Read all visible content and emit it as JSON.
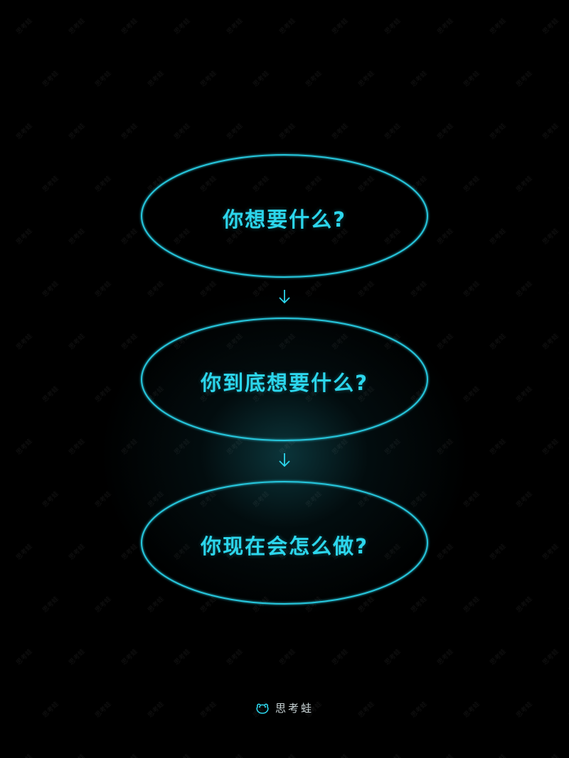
{
  "diagram": {
    "nodes": [
      {
        "id": "node1",
        "label": "你想要什么?"
      },
      {
        "id": "node2",
        "label": "你到底想要什么?"
      },
      {
        "id": "node3",
        "label": "你现在会怎么做?"
      }
    ],
    "edges": [
      {
        "from": "node1",
        "to": "node2",
        "symbol": "↓"
      },
      {
        "from": "node2",
        "to": "node3",
        "symbol": "↓"
      }
    ]
  },
  "brand": {
    "name": "思考蛙",
    "icon": "frog-icon"
  },
  "watermark": {
    "text": "思考蛙"
  },
  "colors": {
    "background": "#000000",
    "accent": "#2cd6ec",
    "glow": "#145f69"
  }
}
